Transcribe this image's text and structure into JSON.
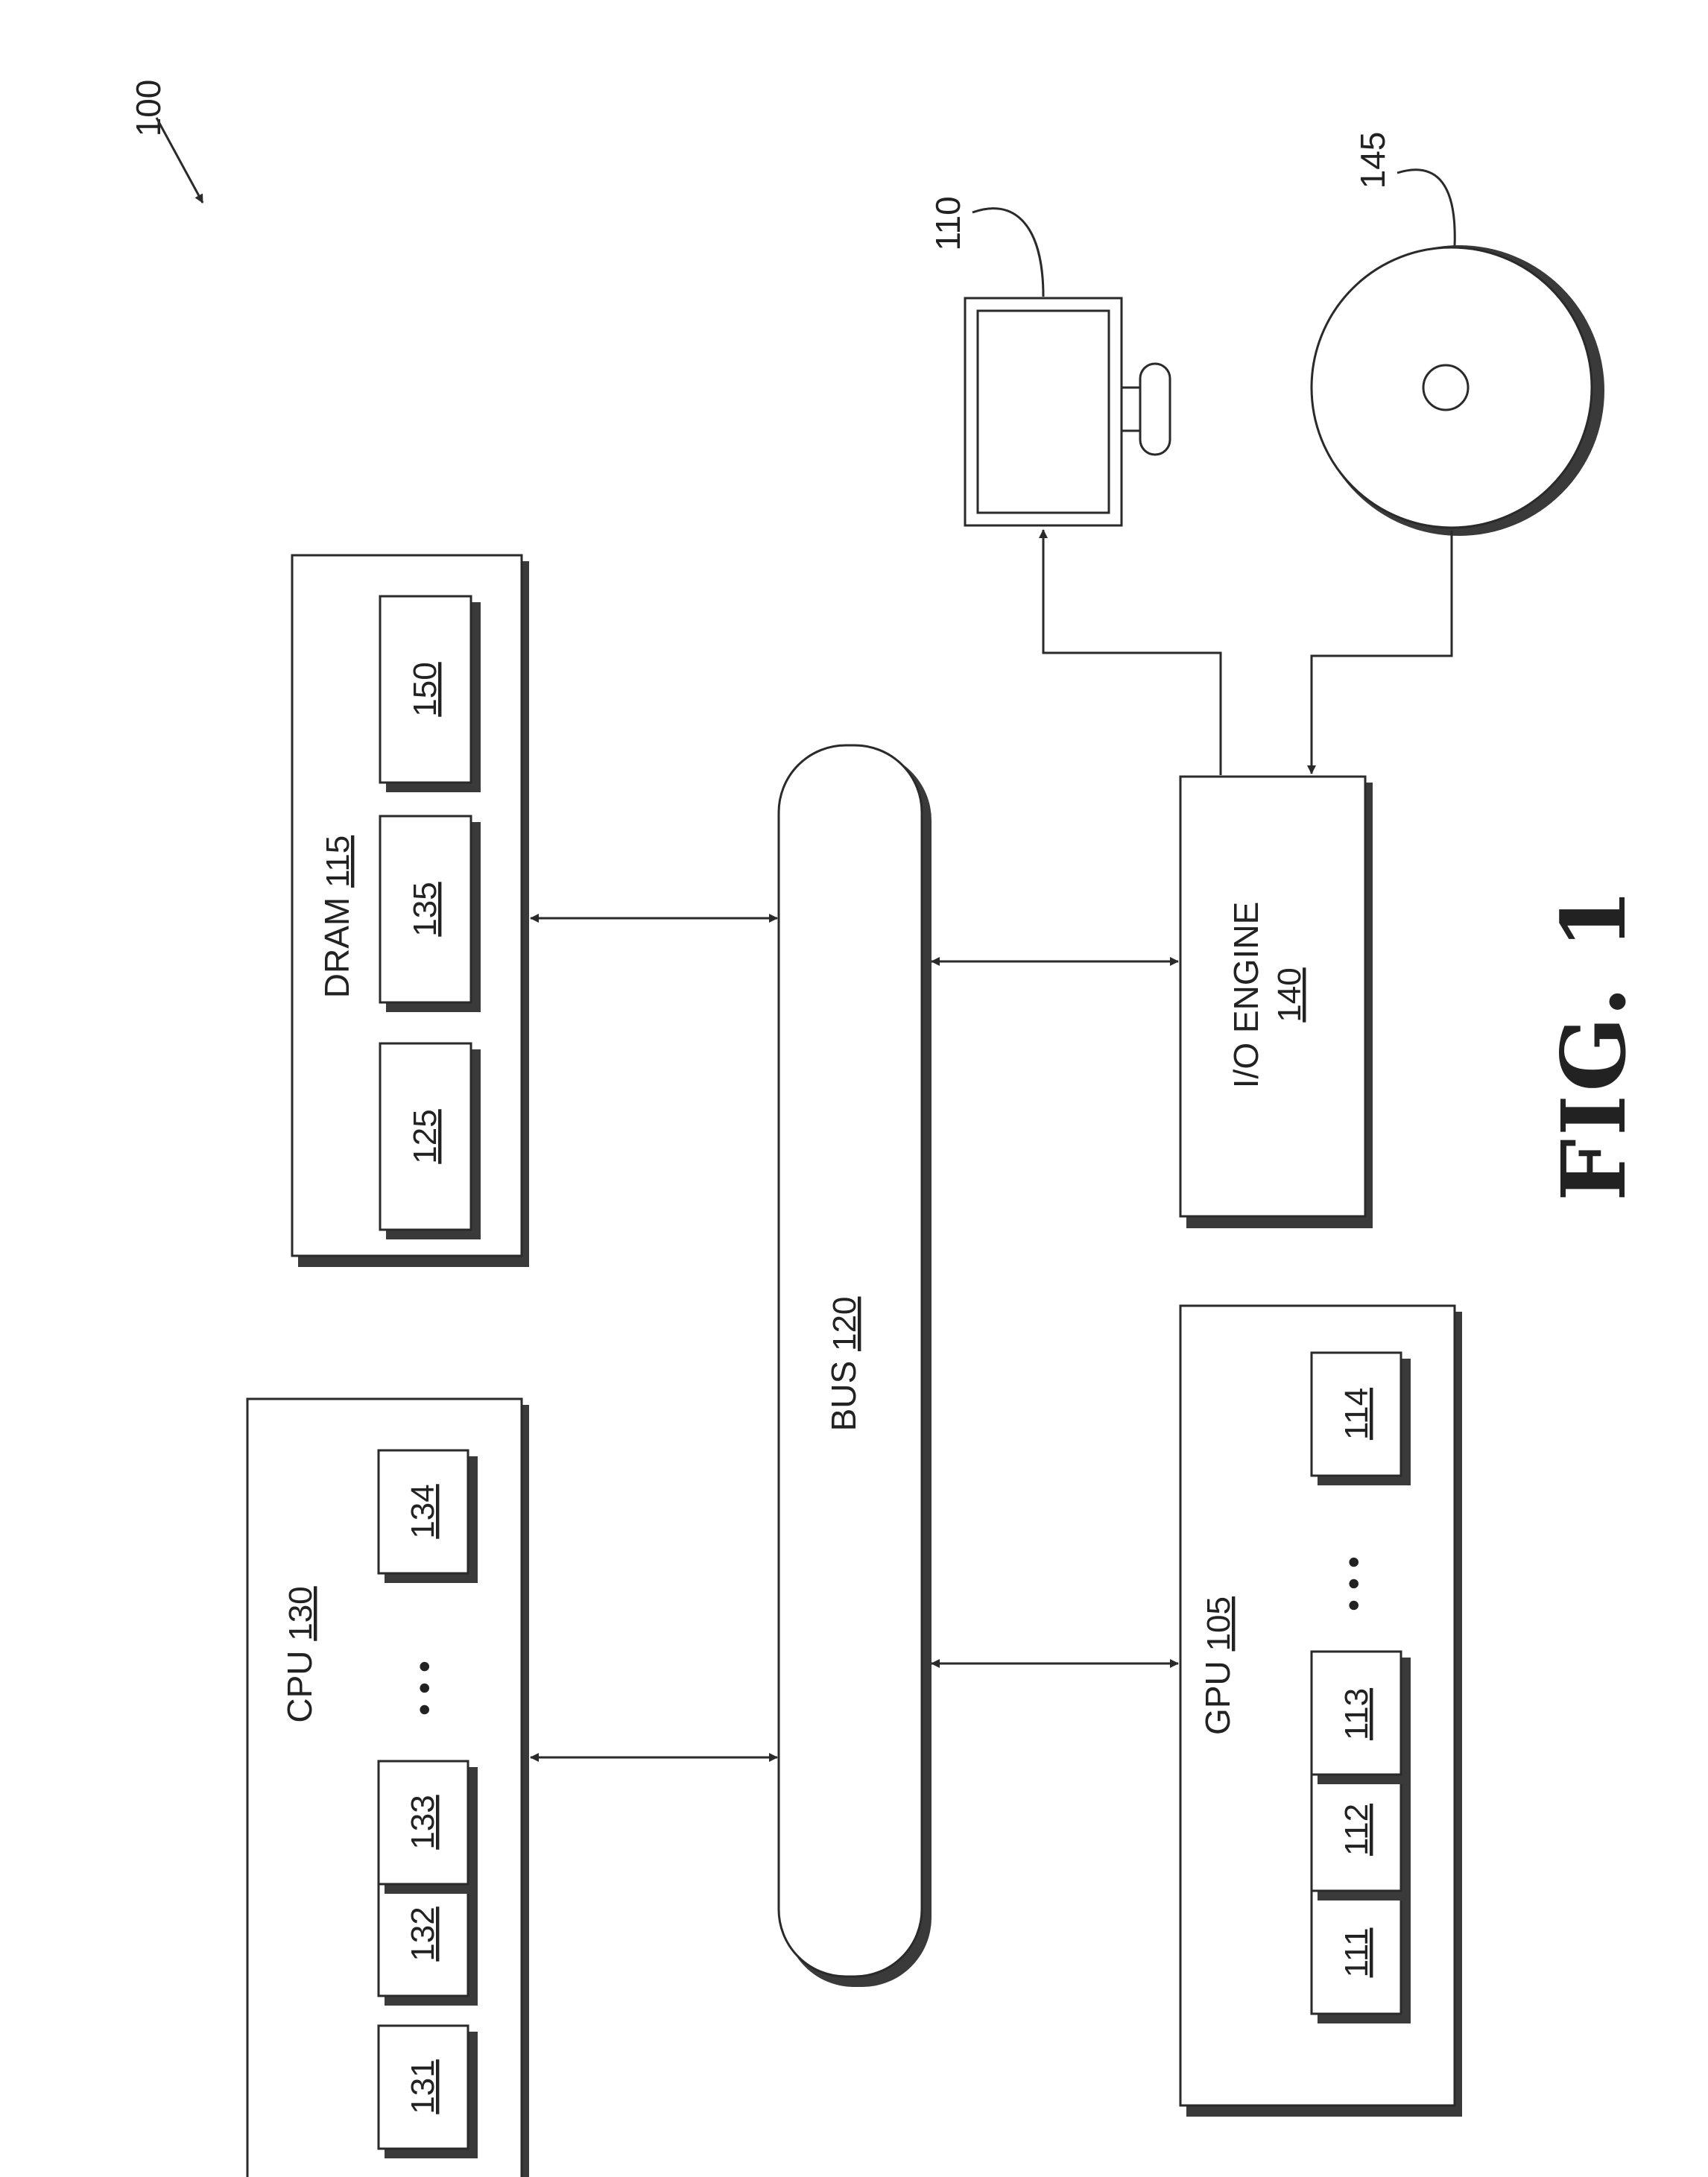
{
  "figure_ref": "100",
  "cpu": {
    "label": "CPU",
    "ref": "130",
    "cores": [
      "131",
      "132",
      "133",
      "134"
    ]
  },
  "dram": {
    "label": "DRAM",
    "ref": "115",
    "items": [
      "125",
      "135",
      "150"
    ]
  },
  "bus": {
    "label": "BUS",
    "ref": "120"
  },
  "gpu": {
    "label": "GPU",
    "ref": "105",
    "cores": [
      "111",
      "112",
      "113",
      "114"
    ]
  },
  "io_engine": {
    "label": "I/O ENGINE",
    "ref": "140"
  },
  "display": {
    "ref": "110"
  },
  "disc": {
    "ref": "145"
  },
  "ellipsis": "• • •",
  "caption": "FIG. 1",
  "colors": {
    "line": "#2a2a2a",
    "shadow": "#3a3a3a",
    "background": "#ffffff"
  }
}
